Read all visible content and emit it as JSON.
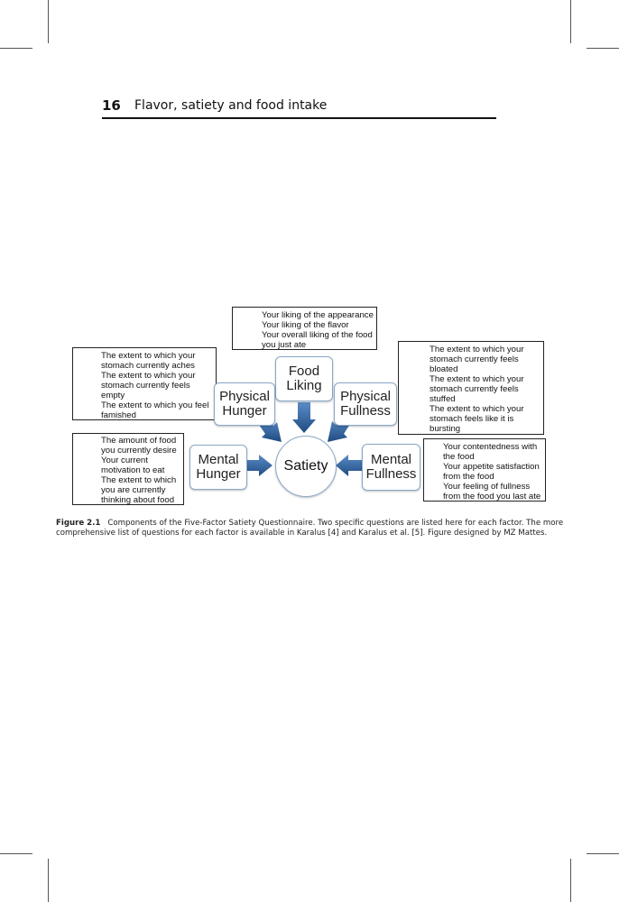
{
  "header": {
    "page_number": "16",
    "running_title": "Flavor, satiety and food intake"
  },
  "figure": {
    "center": "Satiety",
    "nodes": {
      "food_liking": [
        "Food",
        "Liking"
      ],
      "physical_hunger": [
        "Physical",
        "Hunger"
      ],
      "physical_fullness": [
        "Physical",
        "Fullness"
      ],
      "mental_hunger": [
        "Mental",
        "Hunger"
      ],
      "mental_fullness": [
        "Mental",
        "Fullness"
      ]
    },
    "questions": {
      "food_liking": [
        "Your liking of the appearance",
        "Your liking of the flavor",
        "Your overall liking of the food",
        "you just ate"
      ],
      "physical_hunger": [
        "The extent to which your",
        "stomach currently aches",
        "The extent to which your",
        "stomach currently feels",
        "empty",
        "The extent to which you feel",
        "famished"
      ],
      "physical_fullness": [
        "The extent to which your",
        "stomach currently feels",
        "bloated",
        "The extent to which your",
        "stomach currently feels",
        "stuffed",
        "The extent to which your",
        "stomach feels like it is",
        "bursting"
      ],
      "mental_hunger": [
        "The amount of food",
        "you currently desire",
        "Your current",
        "motivation to eat",
        "The extent to which",
        "you are currently",
        "thinking about food"
      ],
      "mental_fullness": [
        "Your contentedness with",
        "the food",
        "Your appetite satisfaction",
        "from the food",
        "Your feeling of fullness",
        "from the food you last ate"
      ]
    }
  },
  "caption": {
    "label": "Figure 2.1",
    "text": "Components of the Five-Factor Satiety Questionnaire. Two specific questions are listed here for each factor. The more comprehensive list of questions for each factor is available in Karalus [4] and Karalus et al. [5]. Figure designed by MZ Mattes."
  },
  "colors": {
    "arrow": "#2e5f99",
    "node_border": "#8aa7c8"
  }
}
